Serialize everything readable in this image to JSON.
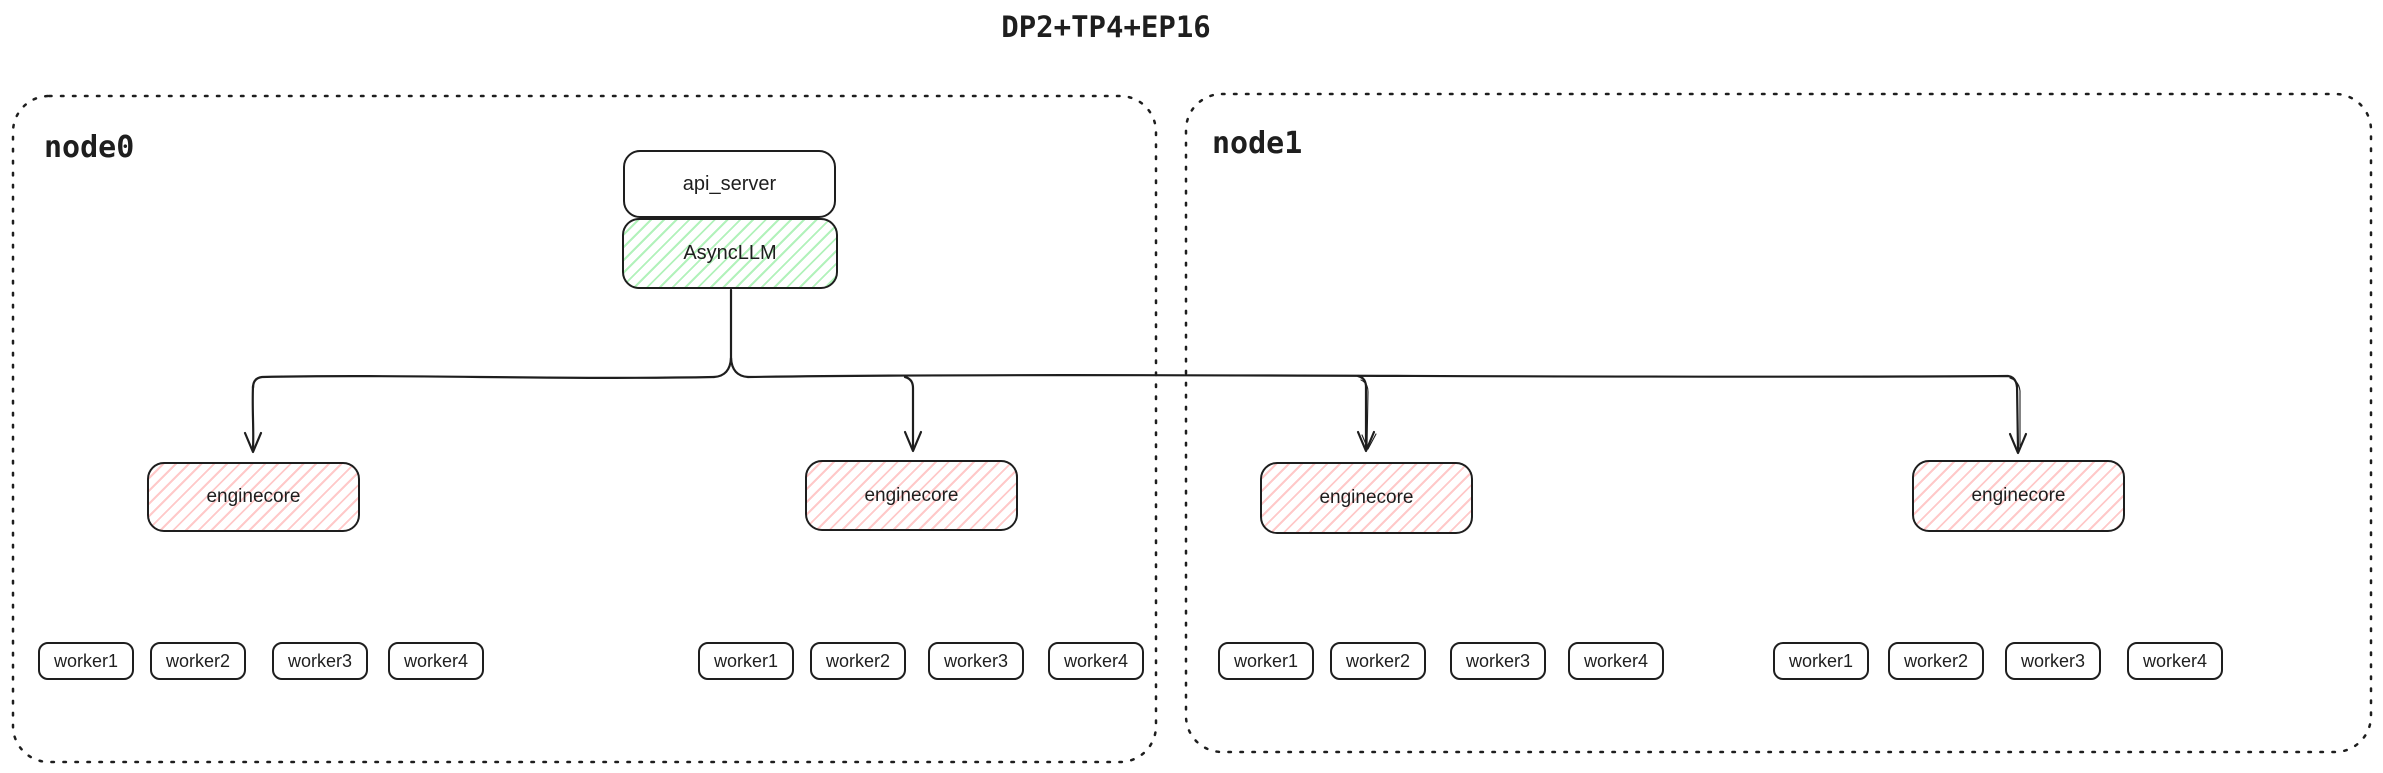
{
  "title": "DP2+TP4+EP16",
  "colors": {
    "stroke": "#1e1e1e",
    "green_hatch": "#b2f2bb",
    "red_hatch": "#ffc9c9",
    "background": "#ffffff"
  },
  "nodes": [
    {
      "label": "node0"
    },
    {
      "label": "node1"
    }
  ],
  "api_server": {
    "label": "api_server"
  },
  "async_llm": {
    "label": "AsyncLLM"
  },
  "enginecores": [
    {
      "label": "enginecore"
    },
    {
      "label": "enginecore"
    },
    {
      "label": "enginecore"
    },
    {
      "label": "enginecore"
    }
  ],
  "worker_groups": [
    {
      "items": [
        {
          "label": "worker1"
        },
        {
          "label": "worker2"
        },
        {
          "label": "worker3"
        },
        {
          "label": "worker4"
        }
      ]
    },
    {
      "items": [
        {
          "label": "worker1"
        },
        {
          "label": "worker2"
        },
        {
          "label": "worker3"
        },
        {
          "label": "worker4"
        }
      ]
    },
    {
      "items": [
        {
          "label": "worker1"
        },
        {
          "label": "worker2"
        },
        {
          "label": "worker3"
        },
        {
          "label": "worker4"
        }
      ]
    },
    {
      "items": [
        {
          "label": "worker1"
        },
        {
          "label": "worker2"
        },
        {
          "label": "worker3"
        },
        {
          "label": "worker4"
        }
      ]
    }
  ]
}
